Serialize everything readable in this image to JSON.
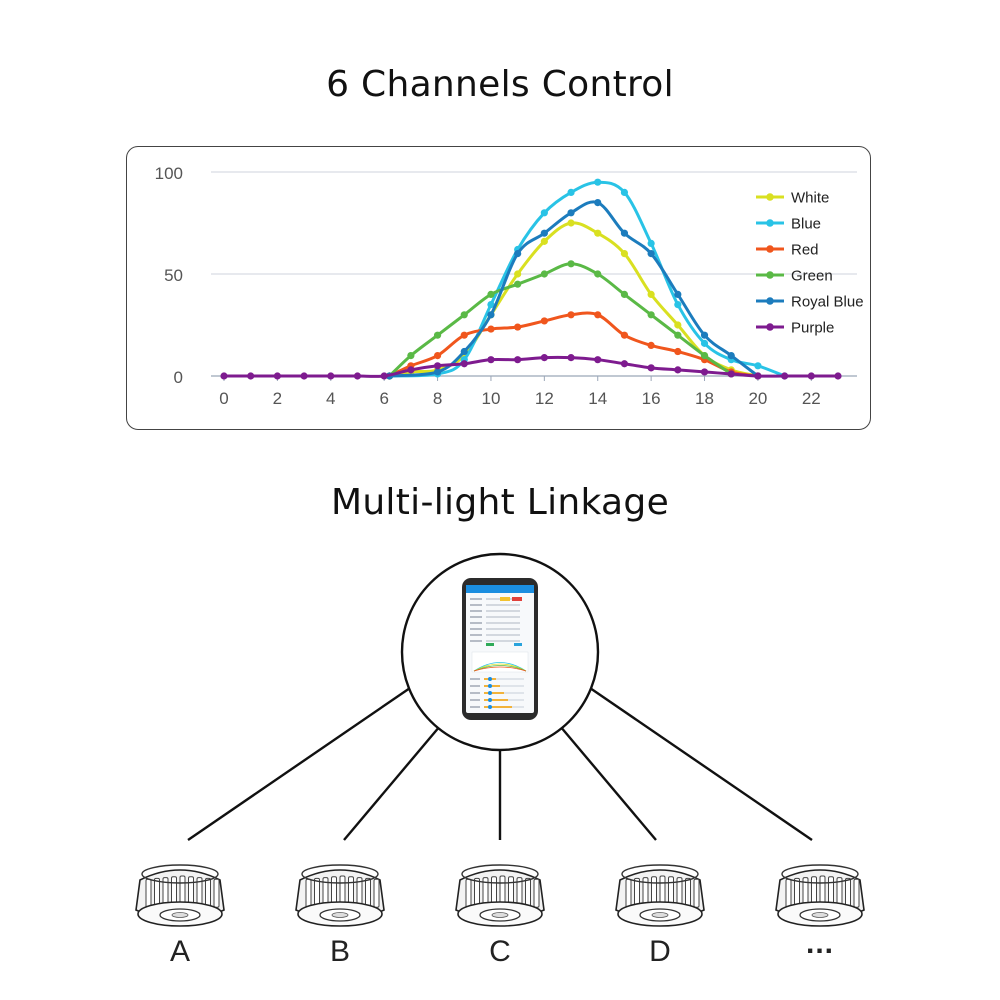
{
  "sections": {
    "chart_title": "6 Channels Control",
    "linkage_title": "Multi-light Linkage"
  },
  "chart_data": {
    "type": "line",
    "title": "6 Channels Control",
    "xlabel": "",
    "ylabel": "",
    "xlim": [
      0,
      23
    ],
    "ylim": [
      0,
      100
    ],
    "x_ticks": [
      "0",
      "2",
      "4",
      "6",
      "8",
      "10",
      "12",
      "14",
      "16",
      "18",
      "20",
      "22"
    ],
    "y_ticks": [
      "0",
      "50",
      "100"
    ],
    "grid": "horizontal",
    "legend_position": "right",
    "series": [
      {
        "name": "White",
        "color": "#d9e021",
        "points": [
          [
            6.2,
            0
          ],
          [
            7,
            2
          ],
          [
            8,
            3
          ],
          [
            9,
            10
          ],
          [
            10,
            30
          ],
          [
            11,
            50
          ],
          [
            12,
            66
          ],
          [
            13,
            75
          ],
          [
            14,
            70
          ],
          [
            15,
            60
          ],
          [
            16,
            40
          ],
          [
            17,
            25
          ],
          [
            18,
            10
          ],
          [
            19,
            3
          ],
          [
            20,
            0
          ]
        ]
      },
      {
        "name": "Blue",
        "color": "#29c3e6",
        "points": [
          [
            6.2,
            0
          ],
          [
            8,
            1
          ],
          [
            9,
            8
          ],
          [
            10,
            35
          ],
          [
            11,
            62
          ],
          [
            12,
            80
          ],
          [
            13,
            90
          ],
          [
            14,
            95
          ],
          [
            15,
            90
          ],
          [
            16,
            65
          ],
          [
            17,
            35
          ],
          [
            18,
            16
          ],
          [
            19,
            8
          ],
          [
            20,
            5
          ],
          [
            21,
            0
          ]
        ]
      },
      {
        "name": "Red",
        "color": "#f0561d",
        "points": [
          [
            6.2,
            0
          ],
          [
            7,
            5
          ],
          [
            8,
            10
          ],
          [
            9,
            20
          ],
          [
            10,
            23
          ],
          [
            11,
            24
          ],
          [
            12,
            27
          ],
          [
            13,
            30
          ],
          [
            14,
            30
          ],
          [
            15,
            20
          ],
          [
            16,
            15
          ],
          [
            17,
            12
          ],
          [
            18,
            8
          ],
          [
            19,
            2
          ],
          [
            20,
            0
          ]
        ]
      },
      {
        "name": "Green",
        "color": "#5ab946",
        "points": [
          [
            6.2,
            0
          ],
          [
            7,
            10
          ],
          [
            8,
            20
          ],
          [
            9,
            30
          ],
          [
            10,
            40
          ],
          [
            11,
            45
          ],
          [
            12,
            50
          ],
          [
            13,
            55
          ],
          [
            14,
            50
          ],
          [
            15,
            40
          ],
          [
            16,
            30
          ],
          [
            17,
            20
          ],
          [
            18,
            10
          ],
          [
            19,
            1
          ]
        ]
      },
      {
        "name": "Royal Blue",
        "color": "#1c7cbd",
        "points": [
          [
            6.2,
            0
          ],
          [
            8,
            2
          ],
          [
            9,
            12
          ],
          [
            10,
            30
          ],
          [
            11,
            60
          ],
          [
            12,
            70
          ],
          [
            13,
            80
          ],
          [
            14,
            85
          ],
          [
            15,
            70
          ],
          [
            16,
            60
          ],
          [
            17,
            40
          ],
          [
            18,
            20
          ],
          [
            19,
            10
          ],
          [
            20,
            0
          ]
        ]
      },
      {
        "name": "Purple",
        "color": "#7e1b8f",
        "points": [
          [
            0,
            0
          ],
          [
            1,
            0
          ],
          [
            2,
            0
          ],
          [
            3,
            0
          ],
          [
            4,
            0
          ],
          [
            5,
            0
          ],
          [
            6,
            0
          ],
          [
            7,
            3
          ],
          [
            8,
            5
          ],
          [
            9,
            6
          ],
          [
            10,
            8
          ],
          [
            11,
            8
          ],
          [
            12,
            9
          ],
          [
            13,
            9
          ],
          [
            14,
            8
          ],
          [
            15,
            6
          ],
          [
            16,
            4
          ],
          [
            17,
            3
          ],
          [
            18,
            2
          ],
          [
            19,
            1
          ],
          [
            20,
            0
          ],
          [
            21,
            0
          ],
          [
            22,
            0
          ],
          [
            23,
            0
          ]
        ]
      }
    ]
  },
  "linkage": {
    "hub_icon": "smartphone-app-icon",
    "node_icon": "aquarium-light-icon",
    "nodes": [
      {
        "label": "A"
      },
      {
        "label": "B"
      },
      {
        "label": "C"
      },
      {
        "label": "D"
      },
      {
        "label": "..."
      }
    ]
  }
}
